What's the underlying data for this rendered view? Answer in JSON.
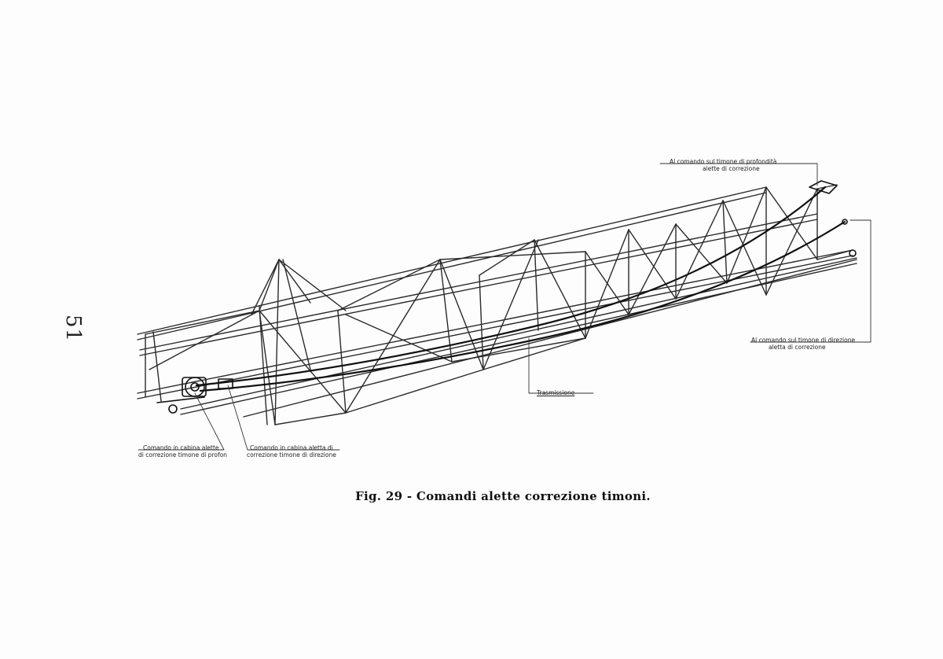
{
  "page": {
    "number": "51"
  },
  "figure": {
    "caption": "Fig. 29 - Comandi alette correzione timoni.",
    "labels": {
      "elevator_control": {
        "line1": "Al comando sul timone di profondità",
        "line2": "alette di correzione"
      },
      "rudder_control": {
        "line1": "Al comando sul timone di direzione",
        "line2": "aletta di correzione"
      },
      "transmission": "Trasmissione",
      "cabin_elevator": {
        "line1": "Comando in cabina alette",
        "line2": "di correzione timone di profon"
      },
      "cabin_rudder": {
        "line1": "Comando in cabina aletta di",
        "line2": "correzione timone di direzione"
      }
    }
  },
  "colors": {
    "ink": "#1a1a1a",
    "paper": "#fdfdfd"
  }
}
